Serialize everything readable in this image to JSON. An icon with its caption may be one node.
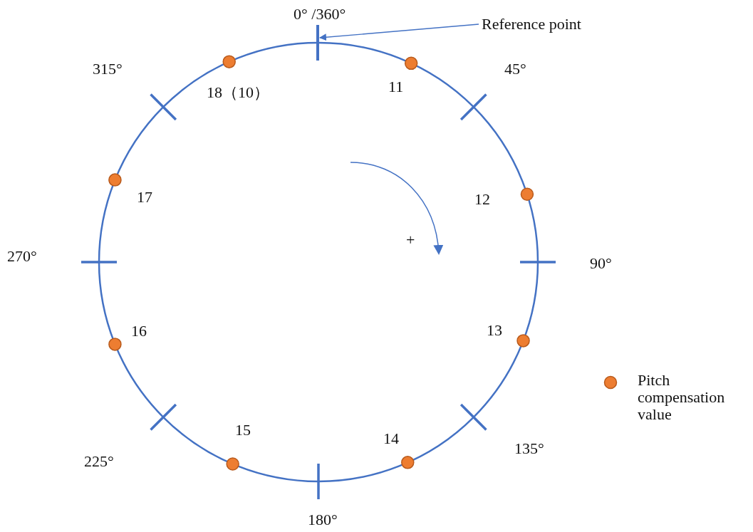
{
  "diagram": {
    "nodes": [
      {
        "text": [
          "Reference point"
        ]
      },
      {
        "text": [],
        "shape": "bar"
      }
    ],
    "edges": [
      {
        "from": 0,
        "to": 1,
        "arrow": "to"
      }
    ],
    "labels": [
      "0° /360°",
      "315°",
      "45°",
      "11",
      "18（10）",
      "17",
      "12",
      "+",
      "270°",
      "90°",
      "16",
      "13",
      "15",
      "14",
      "135°",
      "225°",
      "180°"
    ],
    "legend": [
      {
        "text": "Pitch compensation value",
        "color": "#ed7d31"
      }
    ]
  }
}
